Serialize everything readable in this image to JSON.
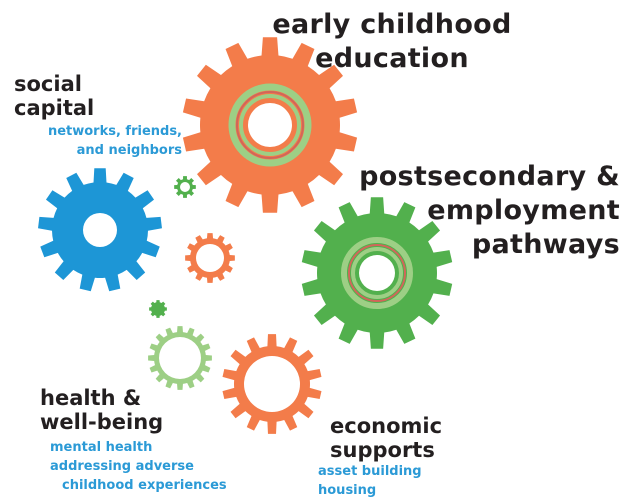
{
  "labels": {
    "early_childhood": [
      "early childhood",
      "education"
    ],
    "postsecondary": [
      "postsecondary &",
      "employment",
      "pathways"
    ],
    "social_capital": {
      "title": [
        "social",
        "capital"
      ],
      "items": [
        "networks, friends,",
        "and neighbors"
      ]
    },
    "health": {
      "title": [
        "health &",
        "well-being"
      ],
      "items": [
        "mental health",
        "addressing adverse",
        "childhood experiences"
      ]
    },
    "economic": {
      "title": [
        "economic",
        "supports"
      ],
      "items": [
        "asset building",
        "housing"
      ]
    }
  },
  "colors": {
    "orange": "#f37c4a",
    "green": "#52b04d",
    "light_green": "#9dcf85",
    "blue": "#1d96d6",
    "text": "#231f20",
    "sub_text": "#2b9ad6"
  },
  "gears": [
    {
      "name": "early-childhood-gear",
      "color": "#f37c4a",
      "role": "large",
      "inner_rings": true
    },
    {
      "name": "postsecondary-gear",
      "color": "#52b04d",
      "role": "large",
      "inner_rings": true
    },
    {
      "name": "social-capital-gear",
      "color": "#1d96d6",
      "role": "medium"
    },
    {
      "name": "economic-supports-gear",
      "color": "#f37c4a",
      "role": "medium"
    },
    {
      "name": "health-gear",
      "color": "#9dcf85",
      "role": "small-outline"
    },
    {
      "name": "small-orange-gear",
      "color": "#f37c4a",
      "role": "small-outline"
    },
    {
      "name": "tiny-green-gear",
      "color": "#52b04d",
      "role": "tiny-outline"
    },
    {
      "name": "tiny-green-solid-gear",
      "color": "#52b04d",
      "role": "tiny-solid"
    }
  ]
}
